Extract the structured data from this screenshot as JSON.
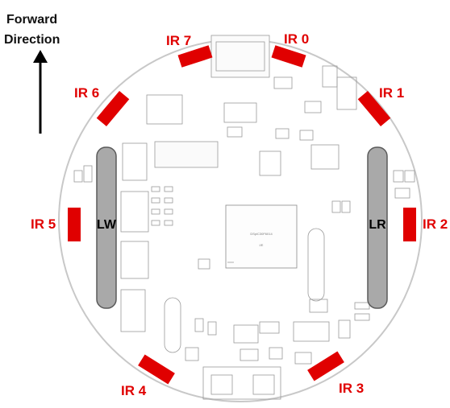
{
  "direction": {
    "line1": "Forward",
    "line2": "Direction"
  },
  "board": {
    "outline_color": "#c8c8c8",
    "trace_color": "#9a9a9a",
    "silk_color": "#7a7a7a",
    "chip_label": "DSpiC30F6014",
    "chip_sublabel": "I/E"
  },
  "wheels": {
    "left": {
      "label": "LW"
    },
    "right": {
      "label": "LR"
    },
    "fill": "#a9a9a9",
    "stroke": "#5a5a5a"
  },
  "ir_sensors": {
    "color": "#e00000",
    "items": [
      {
        "name": "ir-0",
        "label": "IR 0"
      },
      {
        "name": "ir-1",
        "label": "IR 1"
      },
      {
        "name": "ir-2",
        "label": "IR 2"
      },
      {
        "name": "ir-3",
        "label": "IR 3"
      },
      {
        "name": "ir-4",
        "label": "IR 4"
      },
      {
        "name": "ir-5",
        "label": "IR 5"
      },
      {
        "name": "ir-6",
        "label": "IR 6"
      },
      {
        "name": "ir-7",
        "label": "IR 7"
      }
    ]
  }
}
